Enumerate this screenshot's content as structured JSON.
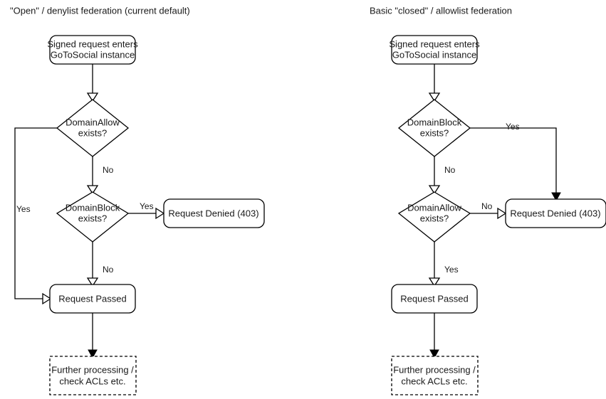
{
  "diagram": {
    "title_left": "\"Open\" / denylist federation (current default)",
    "title_right": "Basic \"closed\" / allowlist federation",
    "panels": [
      {
        "id": "open-denylist",
        "title": "\"Open\" / denylist federation (current default)",
        "nodes": {
          "entry_line1": "Signed request enters",
          "entry_line2": "GoToSocial instance",
          "decision1_line1": "DomainAllow",
          "decision1_line2": "exists?",
          "decision2_line1": "DomainBlock",
          "decision2_line2": "exists?",
          "denied": "Request Denied (403)",
          "passed": "Request Passed",
          "further_line1": "Further processing /",
          "further_line2": "check ACLs etc."
        },
        "edge_labels": {
          "allow_yes": "Yes",
          "allow_no": "No",
          "block_yes": "Yes",
          "block_no": "No"
        }
      },
      {
        "id": "closed-allowlist",
        "title": "Basic \"closed\" / allowlist federation",
        "nodes": {
          "entry_line1": "Signed request enters",
          "entry_line2": "GoToSocial instance",
          "decision1_line1": "DomainBlock",
          "decision1_line2": "exists?",
          "decision2_line1": "DomainAllow",
          "decision2_line2": "exists?",
          "denied": "Request Denied (403)",
          "passed": "Request Passed",
          "further_line1": "Further processing /",
          "further_line2": "check ACLs etc."
        },
        "edge_labels": {
          "block_yes": "Yes",
          "block_no": "No",
          "allow_no": "No",
          "allow_yes": "Yes"
        }
      }
    ],
    "colors": {
      "stroke": "#000000",
      "fill": "#ffffff",
      "text": "#1a1a1a"
    }
  }
}
